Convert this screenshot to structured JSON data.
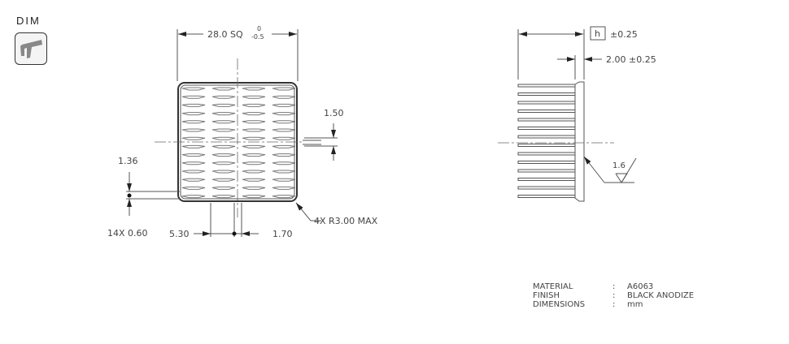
{
  "badge": {
    "label": "DIM",
    "icon": "caliper-icon"
  },
  "front_view": {
    "overall_width": {
      "value": "28.0 SQ",
      "upper_tol": "0",
      "lower_tol": "-0.5"
    },
    "fin_gap_height": "1.50",
    "edge_offset": "1.36",
    "fin_thickness": "14X 0.60",
    "pitch_left": "5.30",
    "pitch_right": "1.70",
    "corner_radius": "4X R3.00 MAX",
    "rows": 14,
    "columns": 4
  },
  "side_view": {
    "height_symbol": "h",
    "height_tol": "±0.25",
    "base_thickness": "2.00 ±0.25",
    "surface_roughness": "1.6",
    "fin_count": 14
  },
  "notes": [
    {
      "key": "MATERIAL",
      "sep": ":",
      "value": "A6063"
    },
    {
      "key": "FINISH",
      "sep": ":",
      "value": "BLACK ANODIZE"
    },
    {
      "key": "DIMENSIONS",
      "sep": ":",
      "value": "mm"
    }
  ],
  "colors": {
    "line": "#555555",
    "text": "#444444",
    "background": "#ffffff"
  }
}
